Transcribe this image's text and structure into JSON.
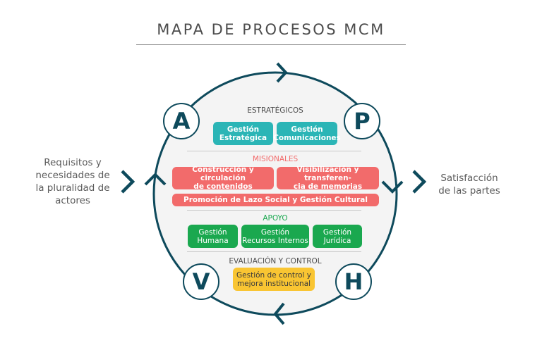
{
  "title": "MAPA DE PROCESOS MCM",
  "colors": {
    "ring": "#0e4a5c",
    "strategic": "#2bb5b6",
    "missional": "#f26b6b",
    "support": "#1aa84f",
    "evaluation": "#f9c532",
    "inner_bg": "#f4f4f4"
  },
  "input_text": [
    "Requisitos y",
    "necesidades de",
    "la pluralidad de",
    "actores"
  ],
  "output_text": [
    "Satisfacción",
    "de las partes"
  ],
  "cycle_letters": {
    "top_left": "A",
    "top_right": "P",
    "bottom_right": "H",
    "bottom_left": "V"
  },
  "sections": {
    "estrategicos": {
      "label": "ESTRATÉGICOS",
      "boxes": [
        {
          "lines": [
            "Gestión",
            "Estratégica"
          ]
        },
        {
          "lines": [
            "Gestión",
            "Comunicaciones"
          ]
        }
      ]
    },
    "misionales": {
      "label": "MISIONALES",
      "boxes": [
        {
          "lines": [
            "Construcción y circulación",
            "de contenidos"
          ]
        },
        {
          "lines": [
            "Visibilización y transferen-",
            "cia de memorias"
          ]
        },
        {
          "lines": [
            "Promoción de Lazo Social y Gestión Cultural"
          ]
        }
      ]
    },
    "apoyo": {
      "label": "APOYO",
      "boxes": [
        {
          "lines": [
            "Gestión",
            "Humana"
          ]
        },
        {
          "lines": [
            "Gestión",
            "Recursos Internos"
          ]
        },
        {
          "lines": [
            "Gestión",
            "Jurídica"
          ]
        }
      ]
    },
    "evaluacion": {
      "label": "EVALUACIÓN Y CONTROL",
      "boxes": [
        {
          "lines": [
            "Gestión de control y",
            "mejora institucional"
          ]
        }
      ]
    }
  }
}
